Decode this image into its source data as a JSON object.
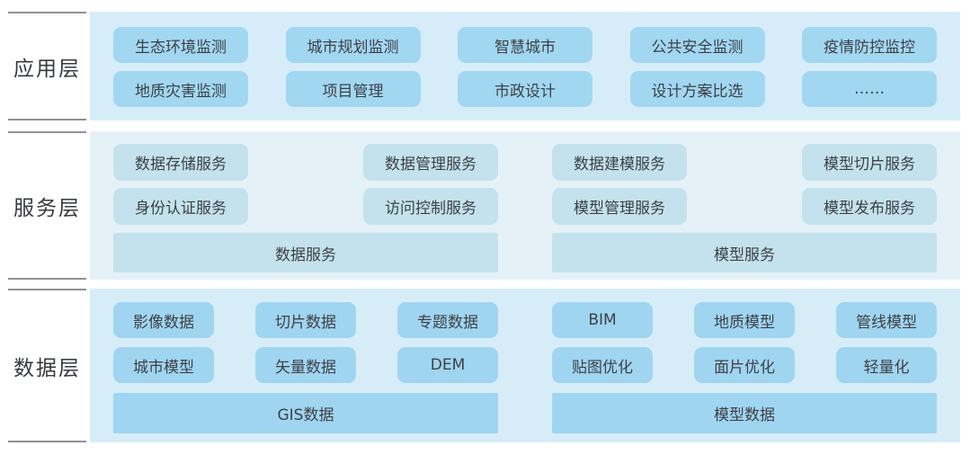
{
  "colors": {
    "page_background": "#ffffff",
    "label_line": "#8e9297",
    "label_text": "#36393d",
    "box_text": "#3d4145",
    "application_panel": "#d6edf9",
    "application_box": "#a2d7f2",
    "service_panel": "#e4f2f8",
    "service_box": "#c3e2ed",
    "data_panel": "#d6edf8",
    "data_box": "#a0d5f1"
  },
  "layers": [
    {
      "id": "application",
      "label": "应用层",
      "panel_color": "#d6edf9",
      "box_color": "#a2d7f2",
      "groups": [
        {
          "id": "applications",
          "rows": [
            [
              "生态环境监测",
              "城市规划监测",
              "智慧城市",
              "公共安全监测",
              "疫情防控监控"
            ],
            [
              "地质灾害监测",
              "项目管理",
              "市政设计",
              "设计方案比选",
              "……"
            ]
          ],
          "footer": null
        }
      ]
    },
    {
      "id": "service",
      "label": "服务层",
      "panel_color": "#e4f2f8",
      "box_color": "#c3e2ed",
      "groups": [
        {
          "id": "data-services",
          "rows": [
            [
              "数据存储服务",
              "数据管理服务"
            ],
            [
              "身份认证服务",
              "访问控制服务"
            ]
          ],
          "footer": "数据服务"
        },
        {
          "id": "model-services",
          "rows": [
            [
              "数据建模服务",
              "模型切片服务"
            ],
            [
              "模型管理服务",
              "模型发布服务"
            ]
          ],
          "footer": "模型服务"
        }
      ]
    },
    {
      "id": "data",
      "label": "数据层",
      "panel_color": "#d6edf8",
      "box_color": "#a0d5f1",
      "groups": [
        {
          "id": "gis-data",
          "rows": [
            [
              "影像数据",
              "切片数据",
              "专题数据"
            ],
            [
              "城市模型",
              "矢量数据",
              "DEM"
            ]
          ],
          "footer": "GIS数据"
        },
        {
          "id": "model-data",
          "rows": [
            [
              "BIM",
              "地质模型",
              "管线模型"
            ],
            [
              "贴图优化",
              "面片优化",
              "轻量化"
            ]
          ],
          "footer": "模型数据"
        }
      ]
    }
  ]
}
